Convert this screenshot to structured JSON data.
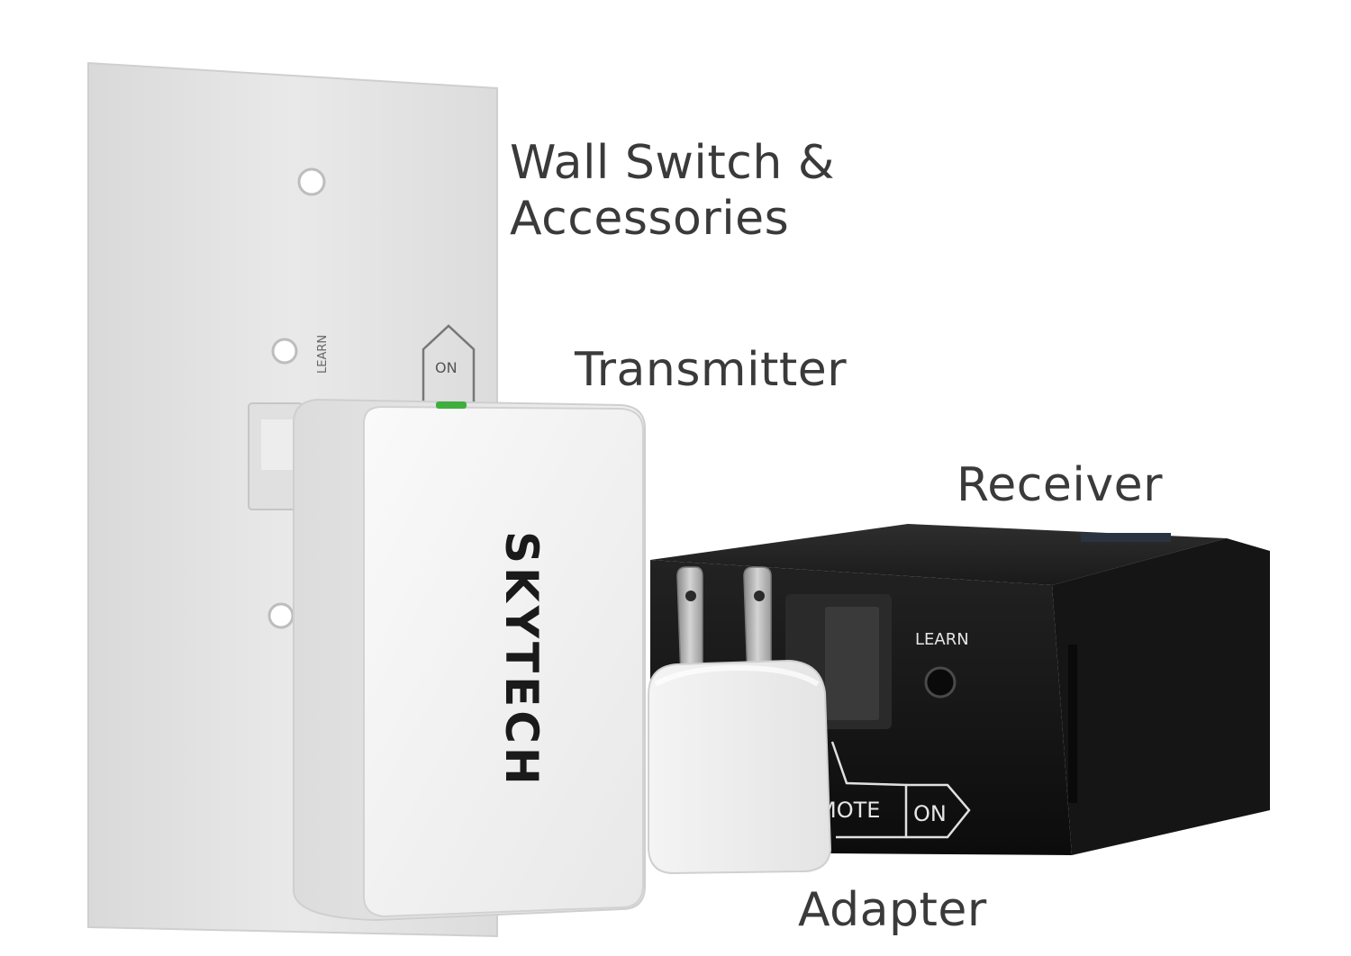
{
  "labels": {
    "wall_switch_line1": "Wall Switch &",
    "wall_switch_line2": "Accessories",
    "transmitter": "Transmitter",
    "receiver": "Receiver",
    "adapter": "Adapter"
  },
  "device_text": {
    "wall_learn": "LEARN",
    "wall_on": "ON",
    "brand": "SKYTECH",
    "receiver_learn": "LEARN",
    "receiver_mode": "MOTE",
    "receiver_on": "ON"
  },
  "colors": {
    "background": "#ffffff",
    "label_text": "#3a3a3a",
    "wall_plate": "#e6e6e6",
    "transmitter_body": "#f2f2f2",
    "receiver_body": "#141414",
    "accent_green": "#3fae3f"
  }
}
